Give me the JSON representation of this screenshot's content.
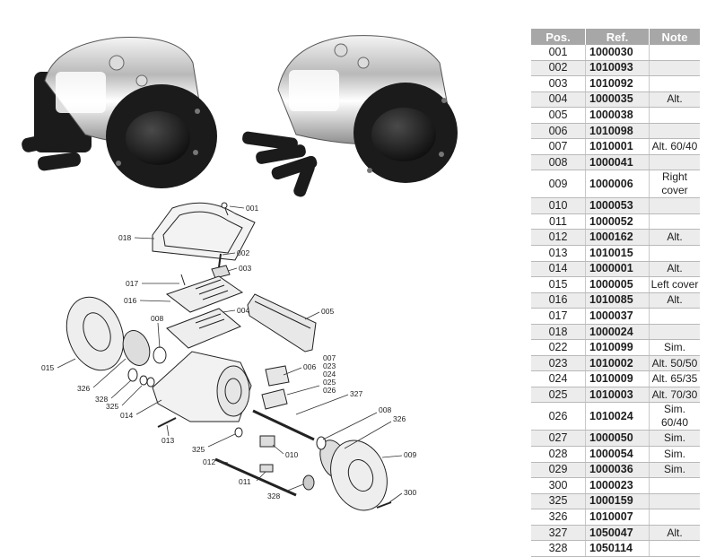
{
  "table": {
    "headers": {
      "pos": "Pos.",
      "ref": "Ref.",
      "note": "Note"
    },
    "rows": [
      {
        "pos": "001",
        "ref": "1000030",
        "note": ""
      },
      {
        "pos": "002",
        "ref": "1010093",
        "note": ""
      },
      {
        "pos": "003",
        "ref": "1010092",
        "note": ""
      },
      {
        "pos": "004",
        "ref": "1000035",
        "note": "Alt."
      },
      {
        "pos": "005",
        "ref": "1000038",
        "note": ""
      },
      {
        "pos": "006",
        "ref": "1010098",
        "note": ""
      },
      {
        "pos": "007",
        "ref": "1010001",
        "note": "Alt. 60/40"
      },
      {
        "pos": "008",
        "ref": "1000041",
        "note": ""
      },
      {
        "pos": "009",
        "ref": "1000006",
        "note": "Right cover"
      },
      {
        "pos": "010",
        "ref": "1000053",
        "note": ""
      },
      {
        "pos": "011",
        "ref": "1000052",
        "note": ""
      },
      {
        "pos": "012",
        "ref": "1000162",
        "note": "Alt."
      },
      {
        "pos": "013",
        "ref": "1010015",
        "note": ""
      },
      {
        "pos": "014",
        "ref": "1000001",
        "note": "Alt."
      },
      {
        "pos": "015",
        "ref": "1000005",
        "note": "Left cover"
      },
      {
        "pos": "016",
        "ref": "1010085",
        "note": "Alt."
      },
      {
        "pos": "017",
        "ref": "1000037",
        "note": ""
      },
      {
        "pos": "018",
        "ref": "1000024",
        "note": ""
      },
      {
        "pos": "022",
        "ref": "1010099",
        "note": "Sim."
      },
      {
        "pos": "023",
        "ref": "1010002",
        "note": "Alt. 50/50"
      },
      {
        "pos": "024",
        "ref": "1010009",
        "note": "Alt. 65/35"
      },
      {
        "pos": "025",
        "ref": "1010003",
        "note": "Alt. 70/30"
      },
      {
        "pos": "026",
        "ref": "1010024",
        "note": "Sim. 60/40"
      },
      {
        "pos": "027",
        "ref": "1000050",
        "note": "Sim."
      },
      {
        "pos": "028",
        "ref": "1000054",
        "note": "Sim."
      },
      {
        "pos": "029",
        "ref": "1000036",
        "note": "Sim."
      },
      {
        "pos": "300",
        "ref": "1000023",
        "note": ""
      },
      {
        "pos": "325",
        "ref": "1000159",
        "note": ""
      },
      {
        "pos": "326",
        "ref": "1010007",
        "note": ""
      },
      {
        "pos": "327",
        "ref": "1050047",
        "note": "Alt."
      },
      {
        "pos": "328",
        "ref": "1050114",
        "note": ""
      }
    ]
  },
  "diagram": {
    "callouts": [
      {
        "id": "c001",
        "text": "001"
      },
      {
        "id": "c018",
        "text": "018"
      },
      {
        "id": "c002",
        "text": "002"
      },
      {
        "id": "c003",
        "text": "003"
      },
      {
        "id": "c017",
        "text": "017"
      },
      {
        "id": "c016",
        "text": "016"
      },
      {
        "id": "c004",
        "text": "004"
      },
      {
        "id": "c005",
        "text": "005"
      },
      {
        "id": "c008a",
        "text": "008"
      },
      {
        "id": "c015",
        "text": "015"
      },
      {
        "id": "c326a",
        "text": "326"
      },
      {
        "id": "c328a",
        "text": "328"
      },
      {
        "id": "c325a",
        "text": "325"
      },
      {
        "id": "c014",
        "text": "014"
      },
      {
        "id": "c006",
        "text": "006"
      },
      {
        "id": "c007",
        "text": "007"
      },
      {
        "id": "c023",
        "text": "023"
      },
      {
        "id": "c024",
        "text": "024"
      },
      {
        "id": "c025",
        "text": "025"
      },
      {
        "id": "c026",
        "text": "026"
      },
      {
        "id": "c327",
        "text": "327"
      },
      {
        "id": "c008b",
        "text": "008"
      },
      {
        "id": "c326b",
        "text": "326"
      },
      {
        "id": "c013",
        "text": "013"
      },
      {
        "id": "c010",
        "text": "010"
      },
      {
        "id": "c325b",
        "text": "325"
      },
      {
        "id": "c012",
        "text": "012"
      },
      {
        "id": "c009",
        "text": "009"
      },
      {
        "id": "c011",
        "text": "011"
      },
      {
        "id": "c328b",
        "text": "328"
      },
      {
        "id": "c300",
        "text": "300"
      }
    ]
  },
  "colors": {
    "header_bg": "#a7a7a7",
    "row_alt": "#ececec",
    "body_black": "#1b1b1b",
    "steel": "#cfcfcf"
  }
}
